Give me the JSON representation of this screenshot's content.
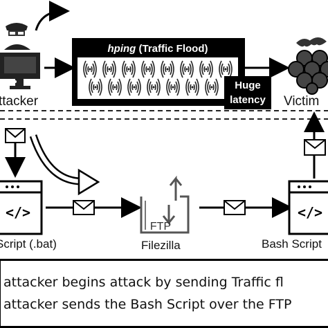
{
  "nodes": {
    "attacker_label": "ttacker",
    "victim_label": "Victim",
    "script_bat_label": "Script (.bat)",
    "filezilla_label": "Filezilla",
    "bash_script_label": "Bash Script"
  },
  "flood": {
    "title_italic": "hping",
    "title_rest": " (Traffic Flood)",
    "latency_line1": "Huge",
    "latency_line2": "latency"
  },
  "ftp_icon_text": "FTP",
  "code_icon_text": "</>",
  "legend": {
    "line1": "attacker begins attack by sending Traffic fl",
    "line2": "attacker sends the Bash Script over the FTP"
  }
}
